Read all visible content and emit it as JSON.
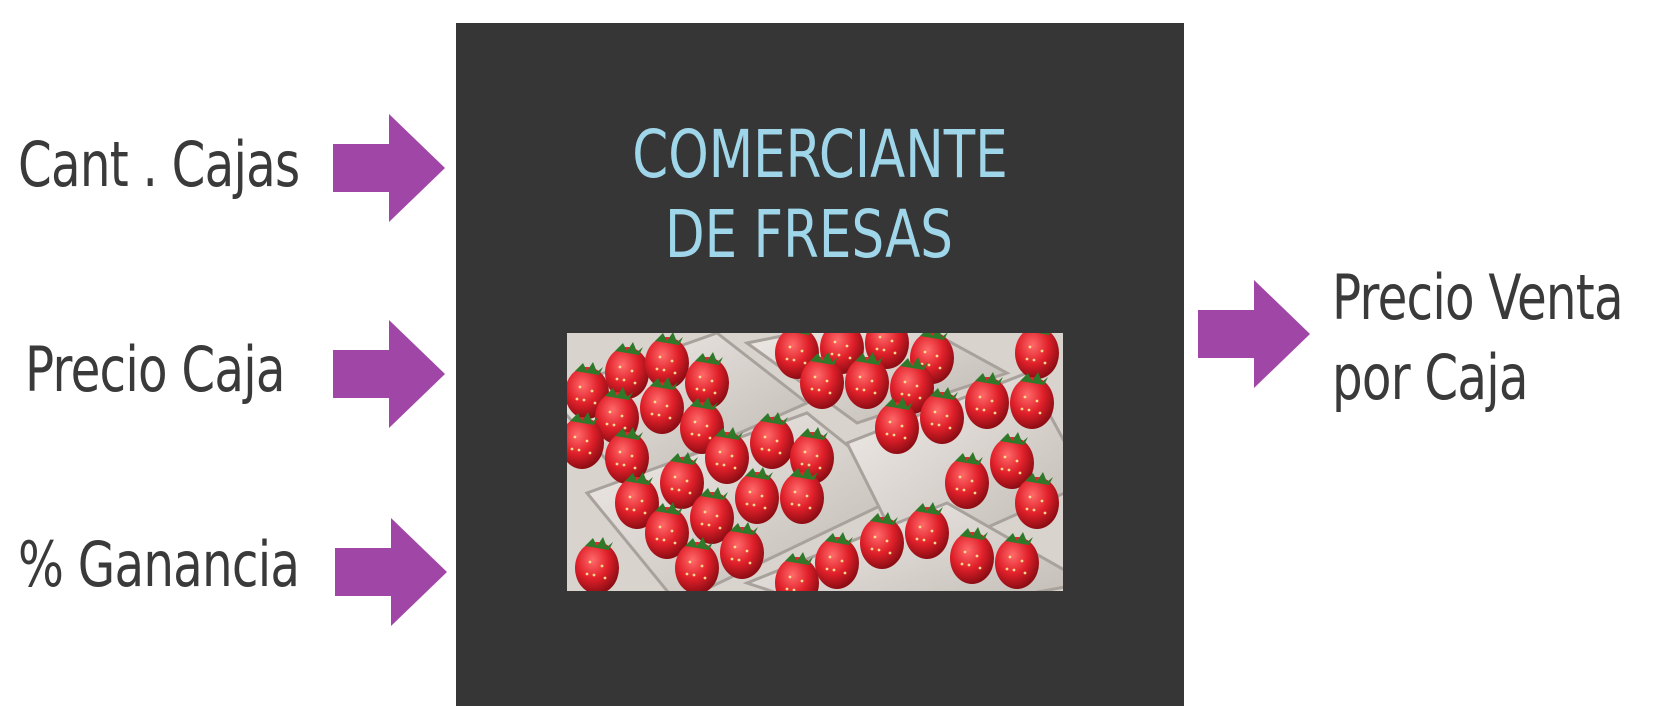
{
  "inputs": [
    {
      "label": "Cant . Cajas"
    },
    {
      "label": "Precio Caja"
    },
    {
      "label": "% Ganancia"
    }
  ],
  "process": {
    "title_line1": "COMERCIANTE",
    "title_line2": "DE FRESAS",
    "image": "strawberries-in-baskets-photo"
  },
  "output": {
    "line1": "Precio Venta",
    "line2": "por Caja"
  },
  "colors": {
    "arrow": "#a046a6",
    "box": "#363636",
    "title": "#9fd6ea",
    "text": "#3a3a3a"
  }
}
